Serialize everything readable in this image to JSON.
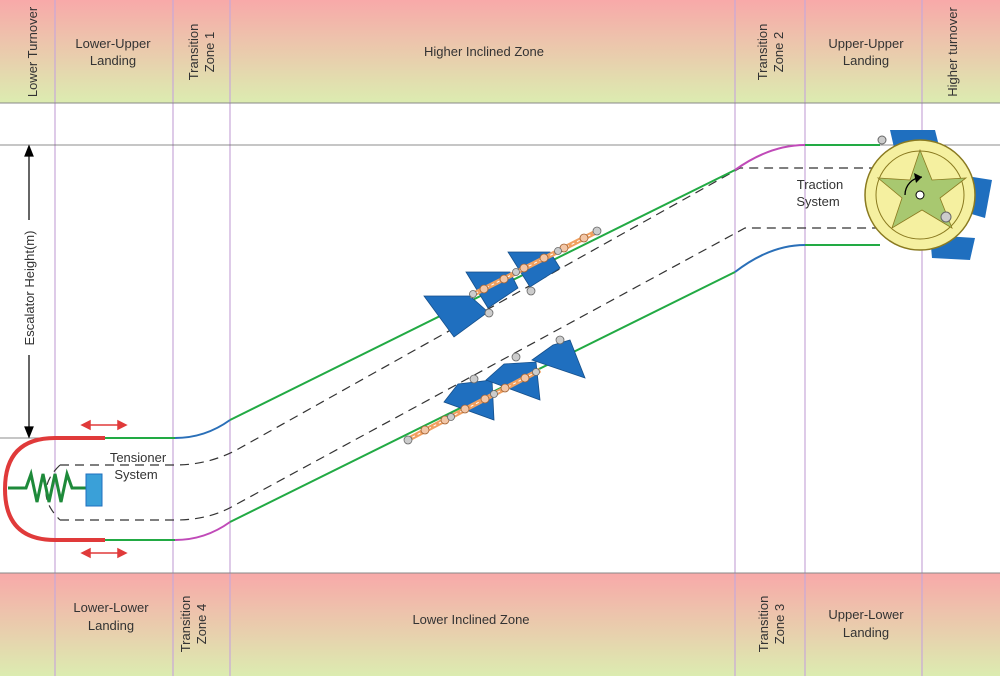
{
  "colors": {
    "band_top": "#f8a9a9",
    "band_bottom": "#dcecb0",
    "zone_divider": "#c8a8d8",
    "rail": "#22aa44",
    "rail_blue": "#2a6fb8",
    "rail_magenta": "#c04ab8",
    "return_loop": "#e03a3a",
    "step_blue": "#1f6fbf",
    "chain_orange": "#f0a060",
    "wheel_yellow": "#f5f0a0",
    "wheel_green": "#a8c870"
  },
  "top_zones": [
    {
      "id": "lower-turnover",
      "label": "Lower Turnover",
      "vertical": true
    },
    {
      "id": "lower-upper-landing",
      "label": "Lower-Upper Landing",
      "lines": [
        "Lower-Upper",
        "Landing"
      ]
    },
    {
      "id": "transition-zone-1",
      "label": "Transition Zone 1",
      "vertical": true,
      "lines": [
        "Transition",
        "Zone 1"
      ]
    },
    {
      "id": "higher-inclined-zone",
      "label": "Higher Inclined Zone"
    },
    {
      "id": "transition-zone-2",
      "label": "Transition Zone 2",
      "vertical": true,
      "lines": [
        "Transition",
        "Zone 2"
      ]
    },
    {
      "id": "upper-upper-landing",
      "label": "Upper-Upper Landing",
      "lines": [
        "Upper-Upper",
        "Landing"
      ]
    },
    {
      "id": "higher-turnover",
      "label": "Higher turnover",
      "vertical": true
    }
  ],
  "bottom_zones": [
    {
      "id": "blank",
      "label": ""
    },
    {
      "id": "lower-lower-landing",
      "label": "Lower-Lower Landing",
      "lines": [
        "Lower-Lower",
        "Landing"
      ]
    },
    {
      "id": "transition-zone-4",
      "label": "Transition Zone 4",
      "vertical": true,
      "lines": [
        "Transition",
        "Zone 4"
      ]
    },
    {
      "id": "lower-inclined-zone",
      "label": "Lower Inclined Zone"
    },
    {
      "id": "transition-zone-3",
      "label": "Transition Zone 3",
      "vertical": true,
      "lines": [
        "Transition",
        "Zone 3"
      ]
    },
    {
      "id": "upper-lower-landing",
      "label": "Upper-Lower Landing",
      "lines": [
        "Upper-Lower",
        "Landing"
      ]
    },
    {
      "id": "blank-2",
      "label": ""
    }
  ],
  "labels": {
    "escalator_height": "Escalator Height(m)",
    "tensioner": [
      "Tensioner",
      "System"
    ],
    "traction": [
      "Traction",
      "System"
    ]
  }
}
